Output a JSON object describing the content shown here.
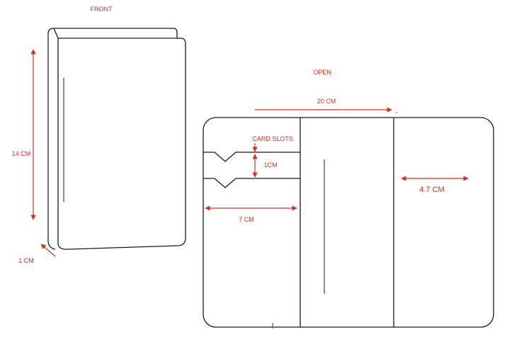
{
  "front": {
    "title": "FRONT",
    "height_label": "14 CM",
    "depth_label": "1 CM"
  },
  "open": {
    "title": "OPEN",
    "width_label": "20 CM",
    "card_slots_label": "CARD SLOTS",
    "slot_height_label": "1CM",
    "slot_width_label": "7 CM",
    "right_panel_label": "4.7 CM"
  },
  "colors": {
    "outline": "#1a1a1a",
    "dimension": "#d6301f"
  }
}
